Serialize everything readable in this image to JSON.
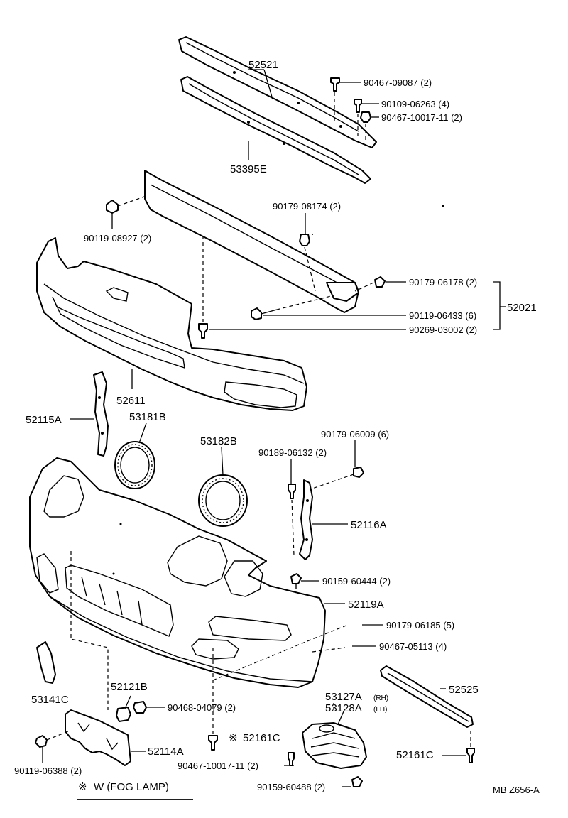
{
  "diagram": {
    "labels": {
      "p52521": "52521",
      "p90467_09087": "90467-09087 (2)",
      "p90109_06263": "90109-06263 (4)",
      "p90467_10017_11_top": "90467-10017-11 (2)",
      "p53395E": "53395E",
      "p90119_08927": "90119-08927 (2)",
      "p90179_08174": "90179-08174 (2)",
      "p90179_06178": "90179-06178 (2)",
      "p52021": "52021",
      "p90119_06433": "90119-06433 (6)",
      "p90269_03002": "90269-03002 (2)",
      "p52611": "52611",
      "p52115A": "52115A",
      "p53181B": "53181B",
      "p53182B": "53182B",
      "p90179_06009": "90179-06009 (6)",
      "p90189_06132": "90189-06132 (2)",
      "p52116A": "52116A",
      "p90159_60444": "90159-60444 (2)",
      "p52119A": "52119A",
      "p90179_06185": "90179-06185 (5)",
      "p90467_05113": "90467-05113 (4)",
      "p53141C": "53141C",
      "p52121B": "52121B",
      "p90468_04079": "90468-04079 (2)",
      "p53127A": "53127A",
      "p53127A_side": "(RH)",
      "p53128A": "53128A",
      "p53128A_side": "(LH)",
      "p52525": "52525",
      "p52161C_mid": "52161C",
      "p52161C_mid_mark": "※",
      "p52161C_right": "52161C",
      "p52114A": "52114A",
      "p90119_06388": "90119-06388 (2)",
      "p90467_10017_11_bottom": "90467-10017-11 (2)",
      "p90159_60488": "90159-60488 (2)"
    },
    "legend": {
      "mark": "※",
      "text": "W (FOG  LAMP)"
    },
    "figure_code": "MB Z656-A"
  }
}
